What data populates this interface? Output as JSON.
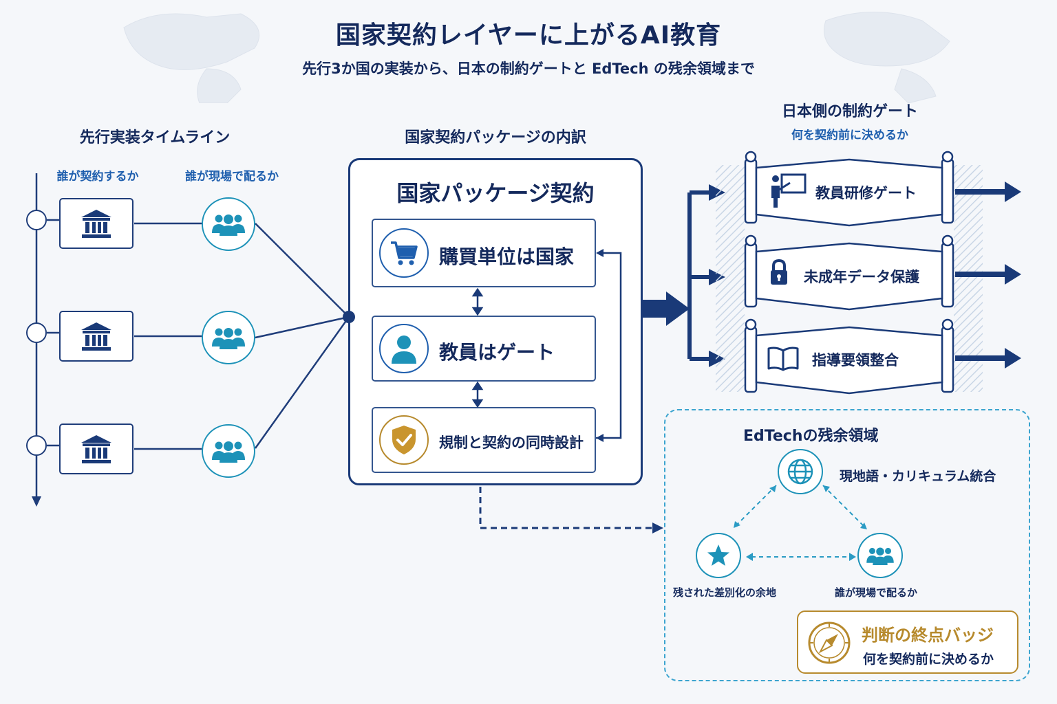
{
  "header": {
    "title": "国家契約レイヤーに上がるAI教育",
    "subtitle": "先行3か国の実装から、日本の制約ゲートと EdTech の残余領域まで"
  },
  "timeline": {
    "title": "先行実装タイムライン",
    "col_contract": "誰が契約するか",
    "col_deliver": "誰が現場で配るか"
  },
  "package": {
    "section_title": "国家契約パッケージの内訳",
    "box_title": "国家パッケージ契約",
    "items": [
      {
        "label": "購買単位は国家",
        "icon": "cart-icon"
      },
      {
        "label": "教員はゲート",
        "icon": "person-icon"
      },
      {
        "label": "規制と契約の同時設計",
        "icon": "shield-check-icon"
      }
    ]
  },
  "gates": {
    "title": "日本側の制約ゲート",
    "subtitle": "何を契約前に決めるか",
    "items": [
      {
        "label": "教員研修ゲート",
        "icon": "teacher-board-icon"
      },
      {
        "label": "未成年データ保護",
        "icon": "lock-icon"
      },
      {
        "label": "指導要領整合",
        "icon": "book-icon"
      }
    ]
  },
  "edtech": {
    "title": "EdTechの残余領域",
    "nodes": [
      {
        "label": "現地語・カリキュラム統合",
        "icon": "globe-icon"
      },
      {
        "label": "残された差別化の余地",
        "icon": "star-icon"
      },
      {
        "label": "誰が現場で配るか",
        "icon": "people-icon"
      }
    ],
    "badge": {
      "title": "判断の終点バッジ",
      "subtitle": "何を契約前に決めるか",
      "icon": "compass-icon"
    }
  },
  "colors": {
    "navy": "#14295c",
    "accent_blue": "#1f5fae",
    "teal": "#1d92b8",
    "gold": "#b78a2d"
  }
}
